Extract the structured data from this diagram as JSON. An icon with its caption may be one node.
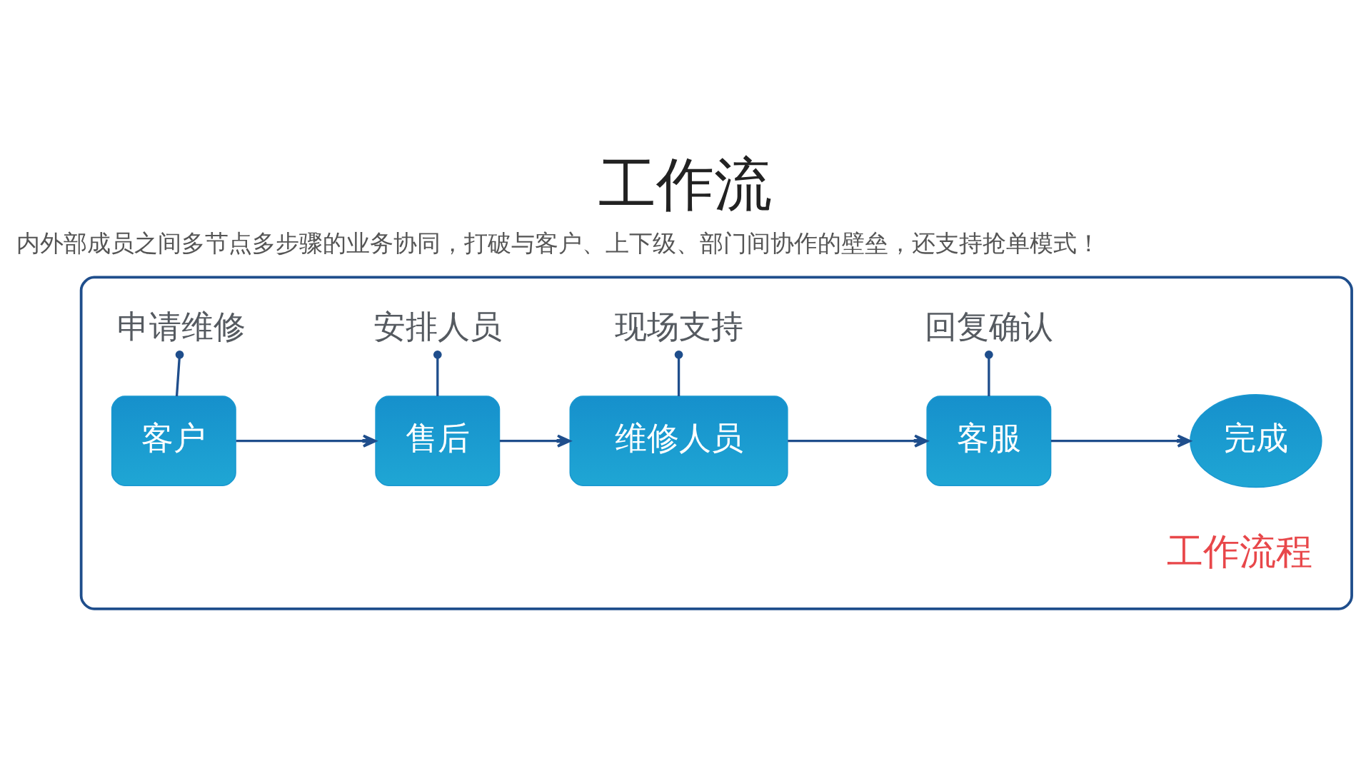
{
  "diagram": {
    "title": "工作流",
    "nodes": [
      {
        "text": [],
        "shape": "box"
      },
      {
        "text": [
          "申请维修"
        ],
        "in": 0
      },
      {
        "text": [
          "安排人员"
        ],
        "in": 0
      },
      {
        "text": [
          "现场支持"
        ],
        "in": 0
      },
      {
        "text": [
          "回复确认"
        ],
        "in": 0
      },
      {
        "text": [
          "客户"
        ],
        "in": 0
      },
      {
        "text": [
          "售后"
        ],
        "in": 0
      },
      {
        "text": [
          "维修人员"
        ],
        "in": 0
      },
      {
        "text": [
          "客服"
        ],
        "in": 0
      },
      {
        "text": [
          "完成"
        ],
        "in": 0
      }
    ],
    "edges": [
      {
        "from": 1,
        "to": 5,
        "arrow": "other"
      },
      {
        "from": 2,
        "to": 6,
        "arrow": "other"
      },
      {
        "from": 3,
        "to": 7,
        "arrow": "other"
      },
      {
        "from": 4,
        "to": 8,
        "arrow": "other"
      },
      {
        "from": 5,
        "to": 6,
        "arrow": "to"
      },
      {
        "from": 6,
        "to": 7,
        "arrow": "to"
      },
      {
        "from": 7,
        "to": 8,
        "arrow": "to"
      },
      {
        "from": 8,
        "to": 9,
        "arrow": "to"
      }
    ],
    "labels": [
      "内外部成员之间多节点多步骤的业务协同，打破与客户、上下级、部门间协作的壁垒，还支持抢单模式！",
      "工作流程"
    ]
  }
}
